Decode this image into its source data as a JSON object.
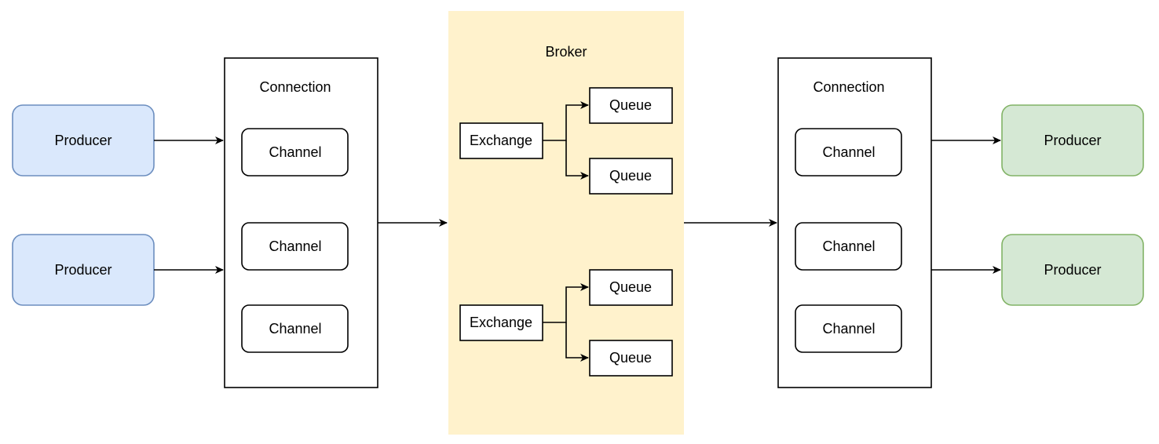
{
  "broker": {
    "label": "Broker",
    "fill": "#fff2cc"
  },
  "connections": [
    {
      "label": "Connection",
      "channels": [
        "Channel",
        "Channel",
        "Channel"
      ]
    },
    {
      "label": "Connection",
      "channels": [
        "Channel",
        "Channel",
        "Channel"
      ]
    }
  ],
  "producers_left": {
    "fill": "#dae8fc",
    "stroke": "#6c8ebf",
    "items": [
      "Producer",
      "Producer"
    ]
  },
  "producers_right": {
    "fill": "#d5e8d4",
    "stroke": "#82b366",
    "items": [
      "Producer",
      "Producer"
    ]
  },
  "exchanges": [
    {
      "label": "Exchange",
      "queues": [
        "Queue",
        "Queue"
      ]
    },
    {
      "label": "Exchange",
      "queues": [
        "Queue",
        "Queue"
      ]
    }
  ]
}
